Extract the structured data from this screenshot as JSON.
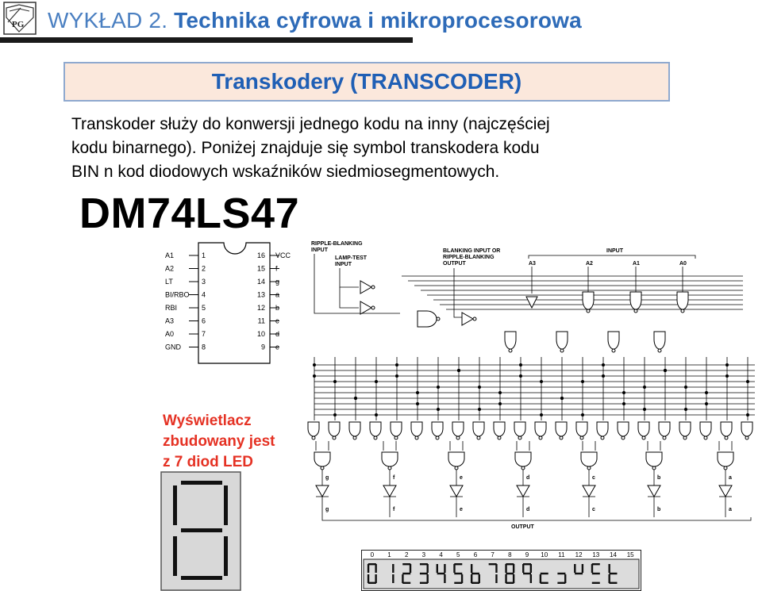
{
  "header": {
    "lecture": "WYKŁAD 2.",
    "course": "Technika cyfrowa i mikroprocesorowa",
    "logo_text": "PG"
  },
  "section": {
    "title": "Transkodery (TRANSCODER)"
  },
  "description": {
    "lines": [
      "Transkoder służy do konwersji jednego kodu na inny (najczęściej",
      "kodu binarnego). Poniżej znajduje się symbol transkodera kodu",
      "BIN n kod diodowych wskaźników siedmiosegmentowych."
    ]
  },
  "part_number": "DM74LS47",
  "pinout": {
    "left": [
      {
        "name": "A1",
        "pin": "1"
      },
      {
        "name": "A2",
        "pin": "2"
      },
      {
        "name": "LT",
        "pin": "3"
      },
      {
        "name": "BI/RBO",
        "pin": "4"
      },
      {
        "name": "RBI",
        "pin": "5"
      },
      {
        "name": "A3",
        "pin": "6"
      },
      {
        "name": "A0",
        "pin": "7"
      },
      {
        "name": "GND",
        "pin": "8"
      }
    ],
    "right": [
      {
        "name": "VCC",
        "pin": "16"
      },
      {
        "name": "f",
        "pin": "15"
      },
      {
        "name": "g",
        "pin": "14"
      },
      {
        "name": "a",
        "pin": "13"
      },
      {
        "name": "b",
        "pin": "12"
      },
      {
        "name": "c",
        "pin": "11"
      },
      {
        "name": "d",
        "pin": "10"
      },
      {
        "name": "e",
        "pin": "9"
      }
    ]
  },
  "logic": {
    "rbi_label": [
      "RIPPLE-BLANKING",
      "INPUT"
    ],
    "lt_label": [
      "LAMP-TEST",
      "INPUT"
    ],
    "bi_label": [
      "BLANKING INPUT OR",
      "RIPPLE-BLANKING",
      "OUTPUT"
    ],
    "input_label": "INPUT",
    "inputs": [
      "A3",
      "A2",
      "A1",
      "A0"
    ],
    "segments": [
      "g",
      "f",
      "e",
      "d",
      "c",
      "b",
      "a"
    ],
    "output_label": "OUTPUT"
  },
  "caption": {
    "lines": [
      "Wyświetlacz",
      "zbudowany jest",
      "z 7 diod LED"
    ]
  },
  "strip": {
    "numbers": [
      "0",
      "1",
      "2",
      "3",
      "4",
      "5",
      "6",
      "7",
      "8",
      "9",
      "10",
      "11",
      "12",
      "13",
      "14",
      "15"
    ]
  },
  "colors": {
    "header_blue": "#2e6bb8",
    "banner_fill": "#fbe8dc",
    "banner_border": "#8fa9cf",
    "caption_red": "#e53224"
  }
}
